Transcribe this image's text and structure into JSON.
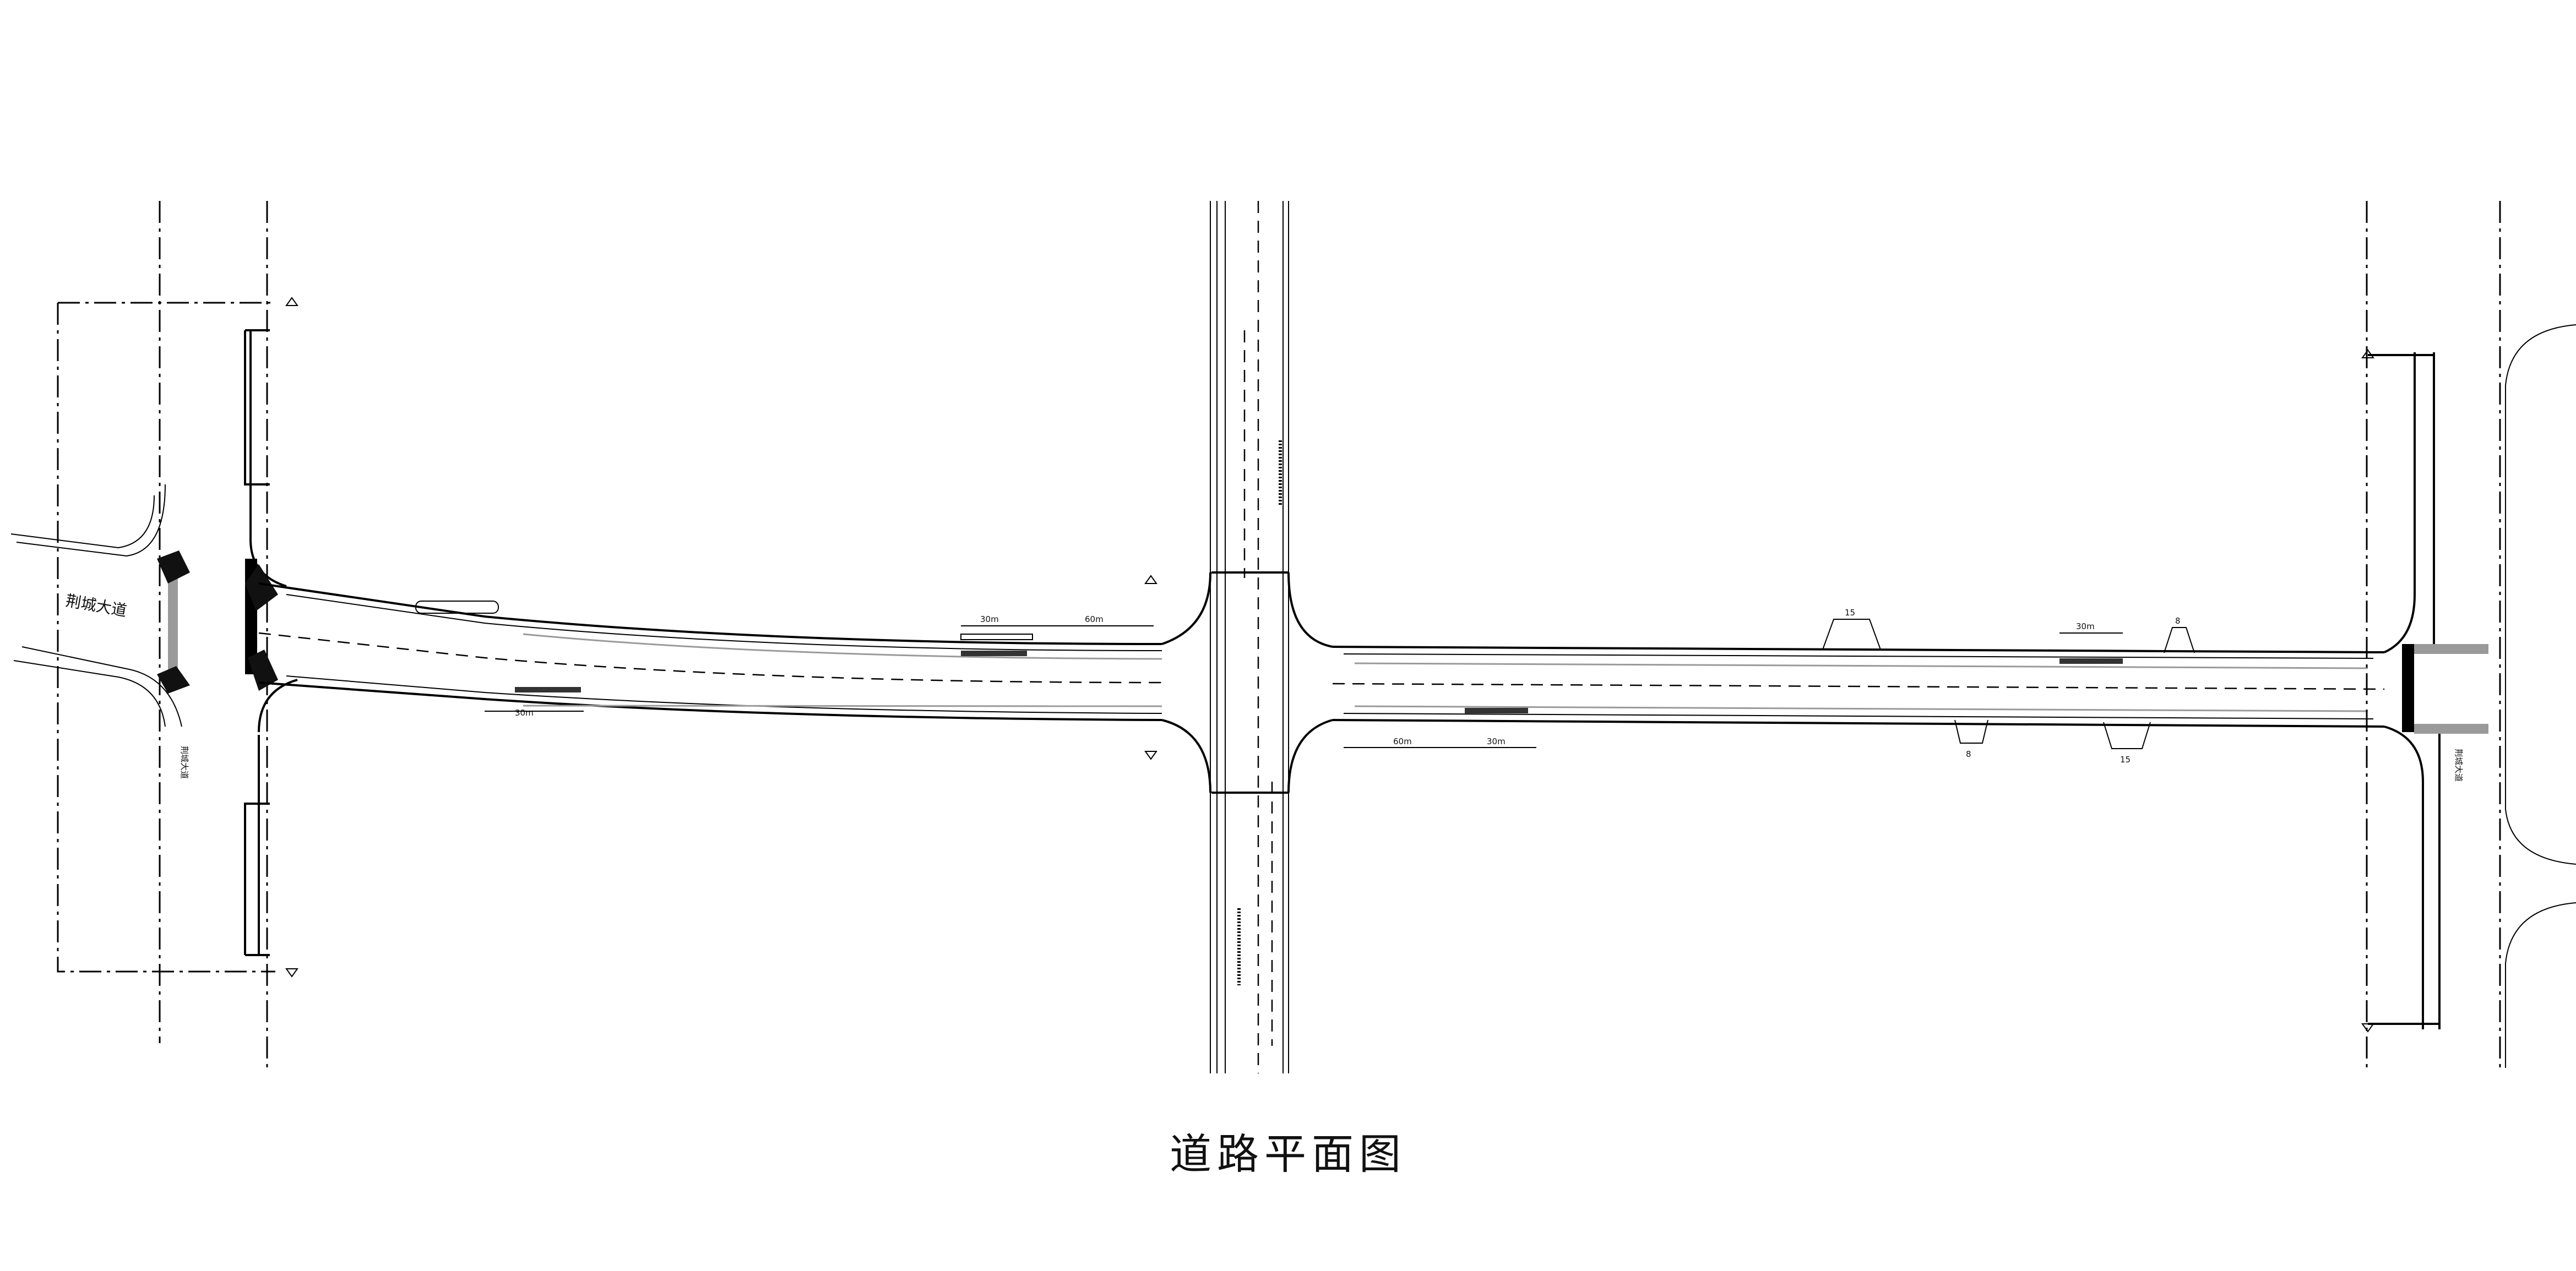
{
  "title": "道路平面图",
  "road_names": {
    "west_main": "荆城大道",
    "west_cross": "荆城大道",
    "east_cross": "荆城大道"
  },
  "dimension_labels": {
    "west_30m": "30m",
    "mid_30m_top": "30m",
    "mid_60m_top": "60m",
    "mid_60m_bottom": "60m",
    "mid_30m_bottom": "30m",
    "east_30m_top": "30m",
    "width_15_top": "15",
    "width_8_top": "8",
    "width_8_bottom": "8",
    "width_15_bottom": "15"
  },
  "colors": {
    "line": "#000000",
    "grey_band": "#9a9a9a",
    "background": "#ffffff"
  }
}
